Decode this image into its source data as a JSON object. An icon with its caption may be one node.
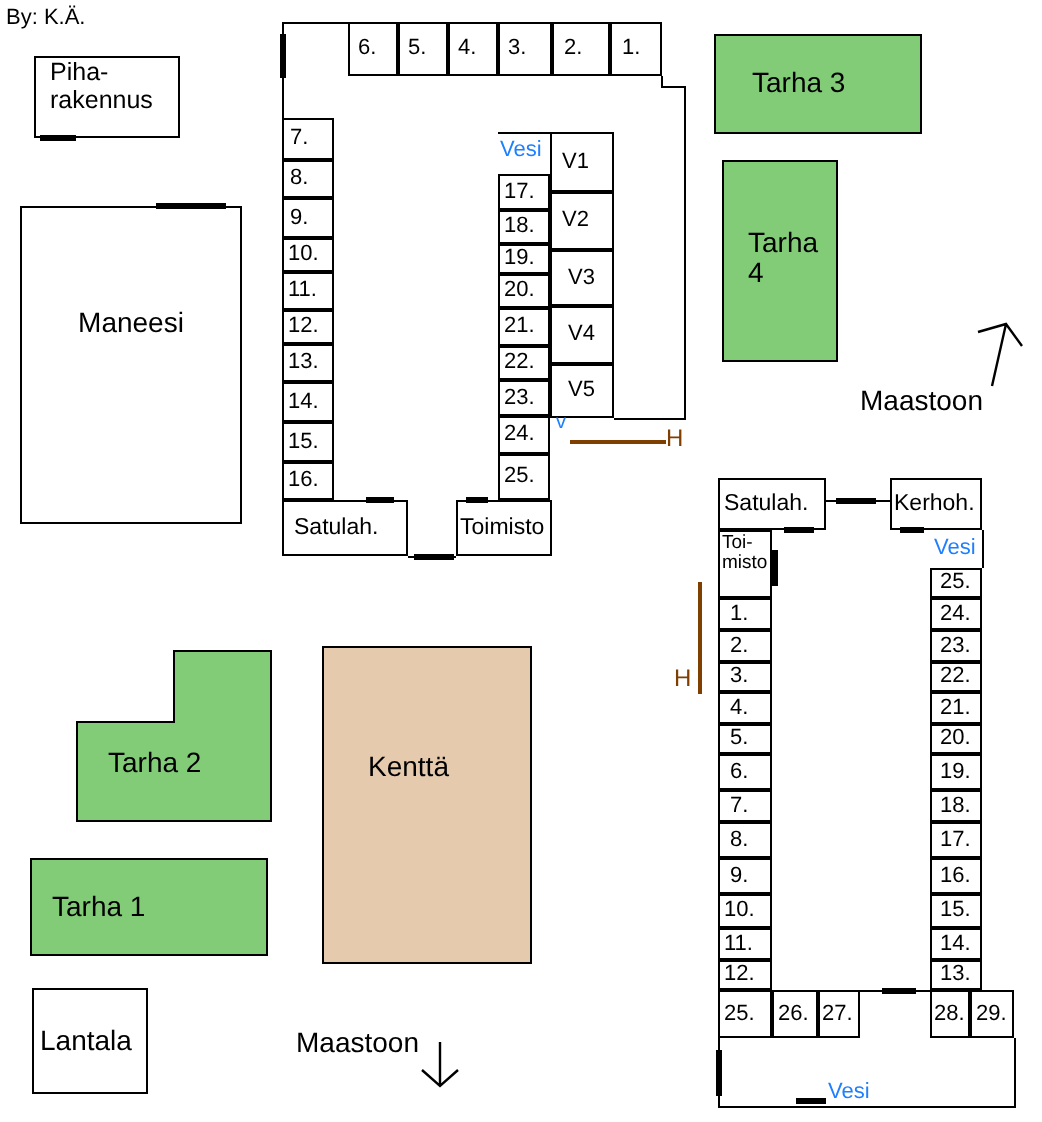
{
  "diagram": {
    "nodes": [
      {
        "text": [
          "Piha- rakennus"
        ]
      },
      {
        "text": [
          "6."
        ]
      },
      {
        "text": [
          "5."
        ]
      },
      {
        "text": [
          "4."
        ]
      },
      {
        "text": [
          "3."
        ]
      },
      {
        "text": [
          "2."
        ]
      },
      {
        "text": [
          "1."
        ]
      },
      {
        "text": [
          "Tarha 3"
        ]
      },
      {
        "text": [
          "7."
        ]
      },
      {
        "text": [
          "8."
        ]
      },
      {
        "text": [
          "9."
        ]
      },
      {
        "text": [
          "10."
        ]
      },
      {
        "text": [
          "11."
        ]
      },
      {
        "text": [
          "12."
        ]
      },
      {
        "text": [
          "13."
        ]
      },
      {
        "text": [
          "14."
        ]
      },
      {
        "text": [
          "15."
        ]
      },
      {
        "text": [
          "16."
        ]
      },
      {
        "text": [
          "17."
        ]
      },
      {
        "text": [
          "18."
        ]
      },
      {
        "text": [
          "19."
        ]
      },
      {
        "text": [
          "20."
        ]
      },
      {
        "text": [
          "21."
        ]
      },
      {
        "text": [
          "22."
        ]
      },
      {
        "text": [
          "23."
        ]
      },
      {
        "text": [
          "24."
        ]
      },
      {
        "text": [
          "25."
        ]
      },
      {
        "text": [
          "V1"
        ]
      },
      {
        "text": [
          "V2"
        ]
      },
      {
        "text": [
          "V3"
        ]
      },
      {
        "text": [
          "V4"
        ]
      },
      {
        "text": [
          "V5"
        ]
      },
      {
        "text": [
          "Tarha 4"
        ]
      },
      {
        "text": [
          "Maneesi"
        ]
      },
      {
        "text": [
          "Satulah."
        ]
      },
      {
        "text": [
          "Toimisto"
        ]
      },
      {
        "text": [
          "Satulah."
        ]
      },
      {
        "text": [
          "Kerhoh."
        ]
      },
      {
        "text": [
          "Toi- misto"
        ]
      },
      {
        "text": [
          "1."
        ]
      },
      {
        "text": [
          "2."
        ]
      },
      {
        "text": [
          "3."
        ]
      },
      {
        "text": [
          "4."
        ]
      },
      {
        "text": [
          "5."
        ]
      },
      {
        "text": [
          "6."
        ]
      },
      {
        "text": [
          "7."
        ]
      },
      {
        "text": [
          "8."
        ]
      },
      {
        "text": [
          "9."
        ]
      },
      {
        "text": [
          "10."
        ]
      },
      {
        "text": [
          "11."
        ]
      },
      {
        "text": [
          "12."
        ]
      },
      {
        "text": [
          "25."
        ]
      },
      {
        "text": [
          "24."
        ]
      },
      {
        "text": [
          "23."
        ]
      },
      {
        "text": [
          "22."
        ]
      },
      {
        "text": [
          "21."
        ]
      },
      {
        "text": [
          "20."
        ]
      },
      {
        "text": [
          "19."
        ]
      },
      {
        "text": [
          "18."
        ]
      },
      {
        "text": [
          "17."
        ]
      },
      {
        "text": [
          "16."
        ]
      },
      {
        "text": [
          "15."
        ]
      },
      {
        "text": [
          "14."
        ]
      },
      {
        "text": [
          "13."
        ]
      },
      {
        "text": [
          "25."
        ]
      },
      {
        "text": [
          "26."
        ]
      },
      {
        "text": [
          "27."
        ]
      },
      {
        "text": [
          "28."
        ]
      },
      {
        "text": [
          "29."
        ]
      },
      {
        "text": [
          "Tarha 2"
        ]
      },
      {
        "text": [
          "Kenttä"
        ]
      },
      {
        "text": [
          "Tarha 1"
        ]
      },
      {
        "text": [
          "Lantala"
        ]
      }
    ],
    "labels": [
      "By: K.Ä.",
      "Vesi",
      "Maastoon",
      "v",
      "H",
      "Vesi",
      "H",
      "Maastoon",
      "Vesi"
    ]
  }
}
